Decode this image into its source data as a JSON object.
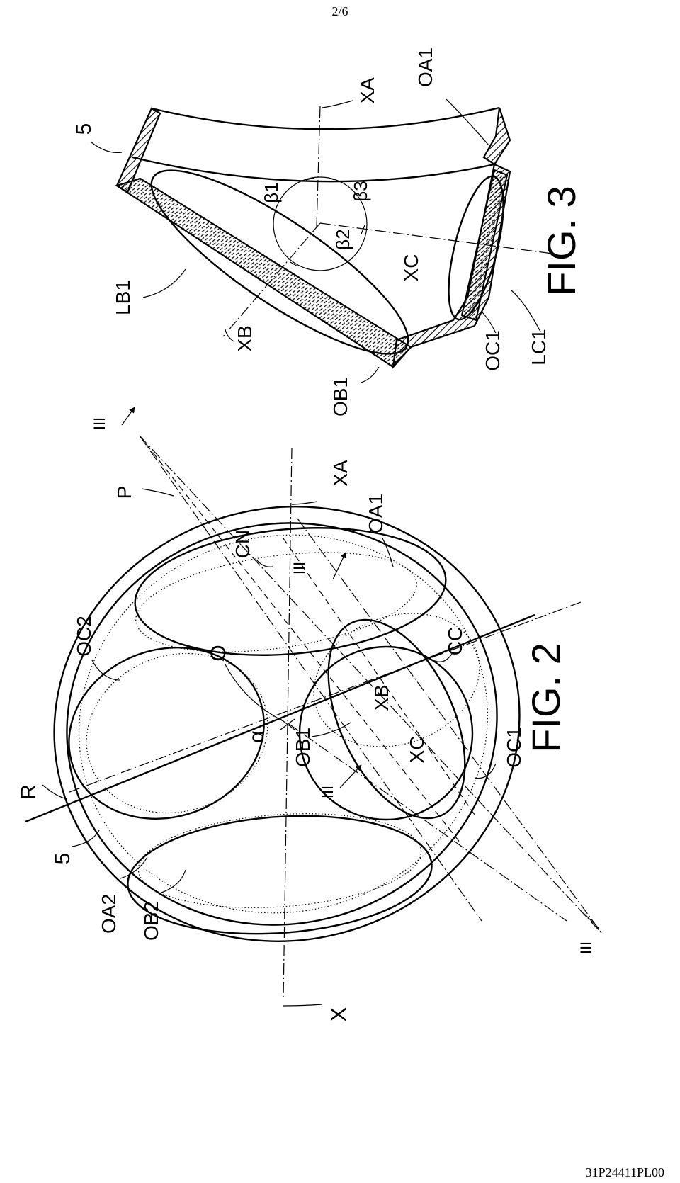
{
  "header": {
    "page_number": "2/6"
  },
  "footer": {
    "document_ref": "31P24411PL00"
  },
  "figures": {
    "fig2": {
      "caption": "FIG. 2",
      "labels": {
        "R": "R",
        "five": "5",
        "OA2": "OA2",
        "OB2": "OB2",
        "X": "X",
        "III_bottom": "III",
        "OC2": "OC2",
        "O": "O",
        "alpha": "α",
        "OB1": "OB1",
        "III_mid": "III",
        "XB": "XB",
        "XC": "XC",
        "CC": "CC",
        "OC1": "OC1",
        "CN": "CN",
        "III_upper": "III",
        "OA1": "OA1",
        "P": "P",
        "XA": "XA",
        "III_top": "III"
      }
    },
    "fig3": {
      "caption": "FIG. 3",
      "labels": {
        "LB1": "LB1",
        "XB": "XB",
        "OB1": "OB1",
        "five": "5",
        "beta1": "β1",
        "beta2": "β2",
        "beta3": "β3",
        "XC": "XC",
        "OC1": "OC1",
        "LC1": "LC1",
        "XA": "XA",
        "OA1": "OA1"
      }
    }
  }
}
